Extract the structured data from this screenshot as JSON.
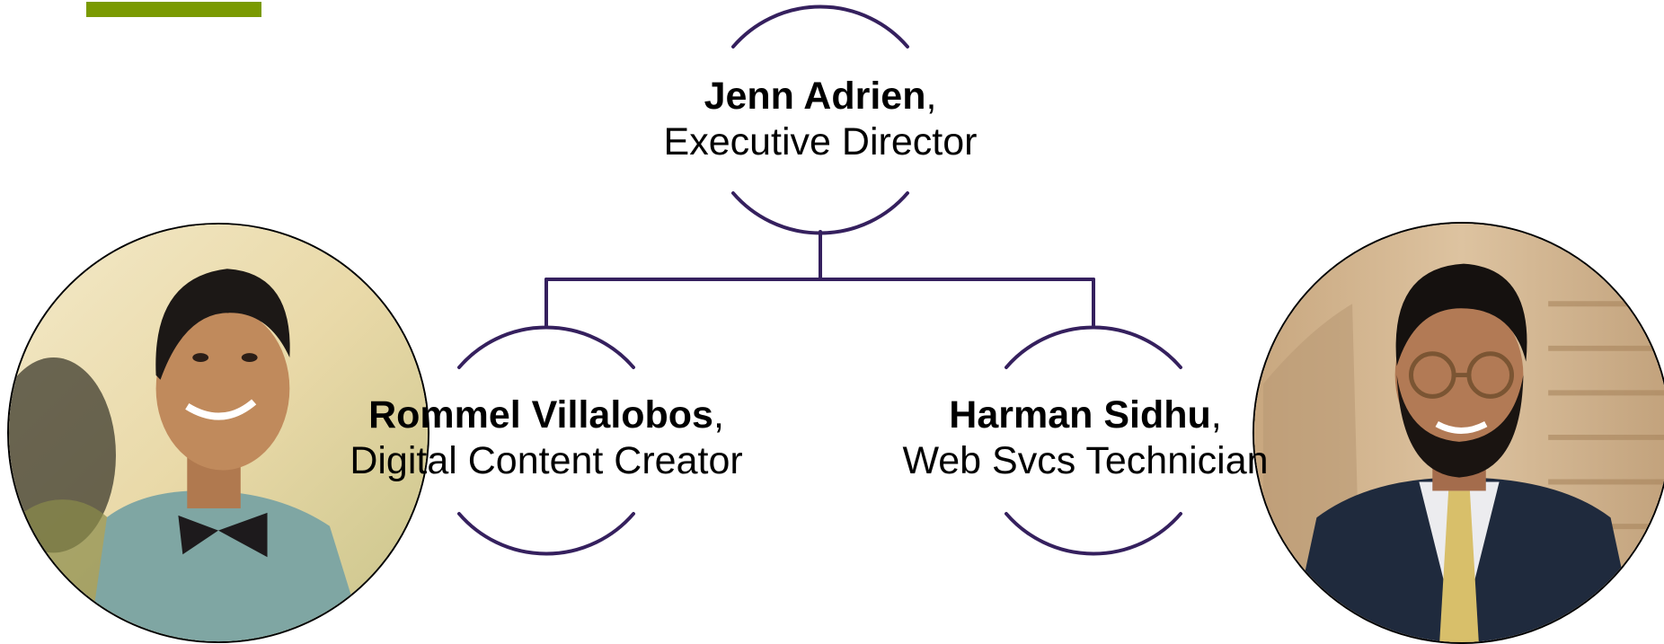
{
  "colors": {
    "accent": "#7a9a01",
    "connector": "#35205e",
    "text": "#000000"
  },
  "nodes": {
    "top": {
      "name": "Jenn Adrien",
      "separator": ",",
      "title": "Executive Director"
    },
    "left": {
      "name": "Rommel Villalobos",
      "separator": ",",
      "title": "Digital Content Creator"
    },
    "right": {
      "name": "Harman Sidhu",
      "separator": ",",
      "title": "Web Svcs Technician"
    }
  },
  "photos": {
    "left": {
      "icon": "person-photo-icon"
    },
    "right": {
      "icon": "person-photo-icon"
    }
  }
}
